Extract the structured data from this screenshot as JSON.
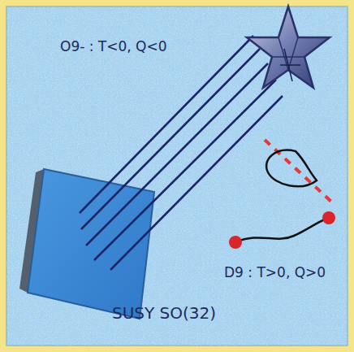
{
  "diagram": {
    "labels": [
      "O9- : T<0, Q<0",
      "D9 : T>0, Q>0",
      "SUSY SO(32)"
    ]
  }
}
